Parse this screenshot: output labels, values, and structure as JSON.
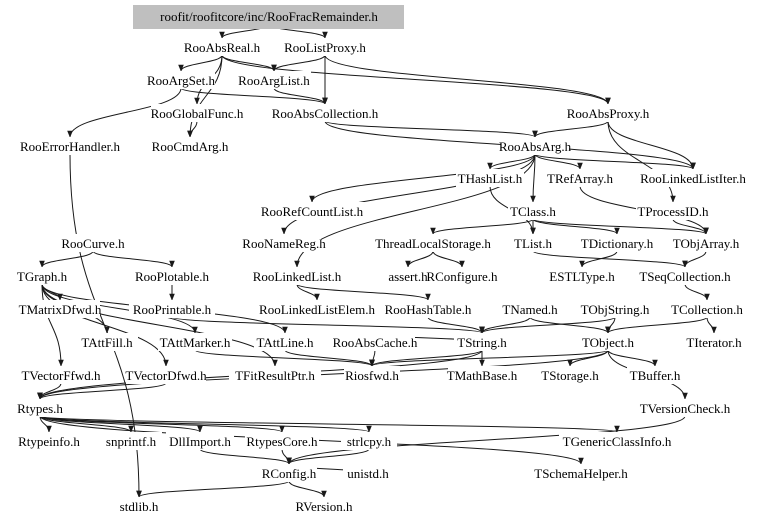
{
  "graph": {
    "root": "roofit/roofitcore/inc/RooFracRemainder.h",
    "root_fill": "#bfbfbf",
    "edge_color": "#191919",
    "nodes": [
      "roofit/roofitcore/inc/RooFracRemainder.h",
      "RooAbsReal.h",
      "RooListProxy.h",
      "RooArgSet.h",
      "RooArgList.h",
      "RooGlobalFunc.h",
      "RooAbsCollection.h",
      "RooAbsProxy.h",
      "RooErrorHandler.h",
      "RooCmdArg.h",
      "RooAbsArg.h",
      "THashList.h",
      "TRefArray.h",
      "RooLinkedListIter.h",
      "RooRefCountList.h",
      "TClass.h",
      "TProcessID.h",
      "RooCurve.h",
      "RooNameReg.h",
      "ThreadLocalStorage.h",
      "TList.h",
      "TDictionary.h",
      "TObjArray.h",
      "TGraph.h",
      "RooPlotable.h",
      "RooLinkedList.h",
      "assert.h",
      "RConfigure.h",
      "ESTLType.h",
      "TSeqCollection.h",
      "TMatrixDfwd.h",
      "RooPrintable.h",
      "RooLinkedListElem.h",
      "RooHashTable.h",
      "TNamed.h",
      "TObjString.h",
      "TCollection.h",
      "TAttFill.h",
      "TAttMarker.h",
      "TAttLine.h",
      "RooAbsCache.h",
      "TString.h",
      "TObject.h",
      "TIterator.h",
      "TVectorFfwd.h",
      "TVectorDfwd.h",
      "TFitResultPtr.h",
      "Riosfwd.h",
      "TMathBase.h",
      "TStorage.h",
      "TBuffer.h",
      "Rtypes.h",
      "TVersionCheck.h",
      "Rtypeinfo.h",
      "snprintf.h",
      "DllImport.h",
      "RtypesCore.h",
      "strlcpy.h",
      "TGenericClassInfo.h",
      "RConfig.h",
      "unistd.h",
      "TSchemaHelper.h",
      "stdlib.h",
      "RVersion.h"
    ],
    "edges": [
      [
        0,
        1
      ],
      [
        0,
        2
      ],
      [
        1,
        3
      ],
      [
        1,
        4
      ],
      [
        1,
        5
      ],
      [
        1,
        9
      ],
      [
        1,
        7
      ],
      [
        2,
        4
      ],
      [
        2,
        6
      ],
      [
        2,
        7
      ],
      [
        3,
        6
      ],
      [
        3,
        8
      ],
      [
        4,
        6
      ],
      [
        5,
        9
      ],
      [
        6,
        10
      ],
      [
        6,
        13
      ],
      [
        7,
        10
      ],
      [
        7,
        13
      ],
      [
        7,
        16
      ],
      [
        10,
        11
      ],
      [
        10,
        12
      ],
      [
        10,
        15
      ],
      [
        10,
        13
      ],
      [
        10,
        18
      ],
      [
        10,
        25
      ],
      [
        10,
        14
      ],
      [
        11,
        20
      ],
      [
        12,
        22
      ],
      [
        15,
        19
      ],
      [
        15,
        20
      ],
      [
        15,
        21
      ],
      [
        15,
        22
      ],
      [
        16,
        22
      ],
      [
        17,
        23
      ],
      [
        17,
        24
      ],
      [
        19,
        26
      ],
      [
        19,
        27
      ],
      [
        20,
        29
      ],
      [
        21,
        28
      ],
      [
        22,
        29
      ],
      [
        23,
        30
      ],
      [
        23,
        37
      ],
      [
        23,
        38
      ],
      [
        23,
        39
      ],
      [
        23,
        44
      ],
      [
        23,
        45
      ],
      [
        23,
        46
      ],
      [
        24,
        31
      ],
      [
        25,
        32
      ],
      [
        25,
        33
      ],
      [
        29,
        36
      ],
      [
        36,
        42
      ],
      [
        36,
        43
      ],
      [
        34,
        41
      ],
      [
        34,
        42
      ],
      [
        35,
        42
      ],
      [
        35,
        41
      ],
      [
        33,
        41
      ],
      [
        40,
        47
      ],
      [
        40,
        41
      ],
      [
        39,
        47
      ],
      [
        38,
        47
      ],
      [
        41,
        47
      ],
      [
        41,
        48
      ],
      [
        41,
        51
      ],
      [
        42,
        49
      ],
      [
        42,
        50
      ],
      [
        42,
        52
      ],
      [
        42,
        51
      ],
      [
        42,
        47
      ],
      [
        44,
        51
      ],
      [
        45,
        51
      ],
      [
        51,
        53
      ],
      [
        51,
        54
      ],
      [
        51,
        55
      ],
      [
        51,
        56
      ],
      [
        51,
        57
      ],
      [
        51,
        58
      ],
      [
        51,
        61
      ],
      [
        52,
        59
      ],
      [
        56,
        59
      ],
      [
        57,
        59
      ],
      [
        55,
        59
      ],
      [
        59,
        60
      ],
      [
        59,
        62
      ],
      [
        59,
        63
      ],
      [
        8,
        62
      ],
      [
        31,
        41
      ]
    ]
  }
}
